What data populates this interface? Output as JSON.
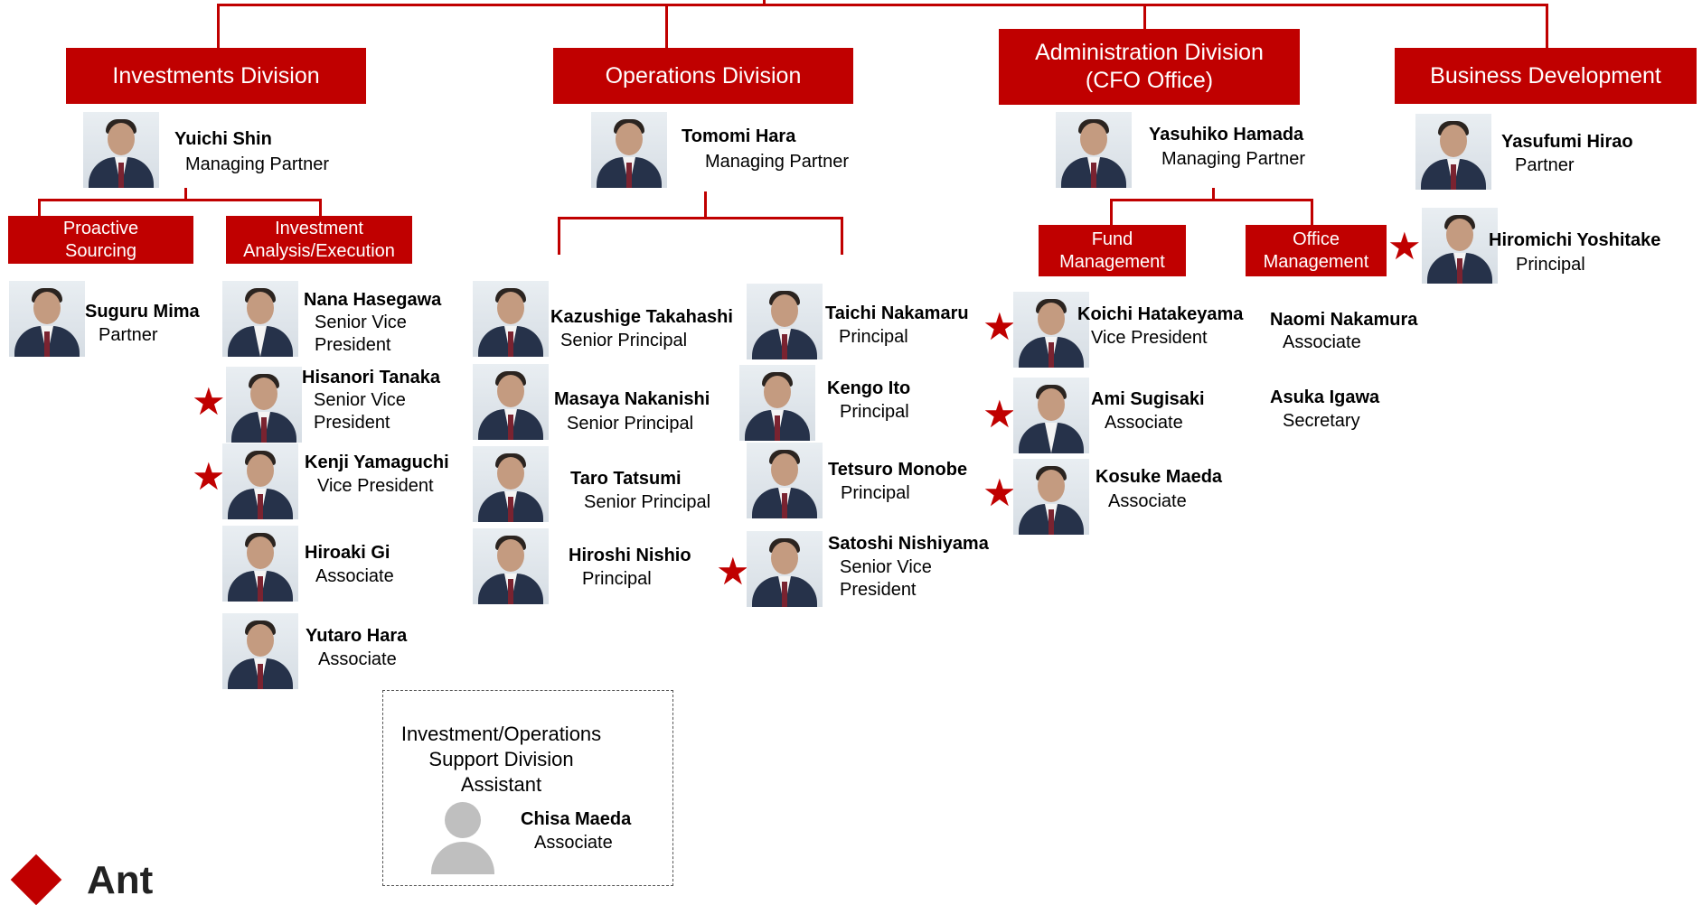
{
  "divisions": {
    "investments": "Investments Division",
    "operations": "Operations Division",
    "administration": "Administration Division\n(CFO Office)",
    "business_dev": "Business Development"
  },
  "subunits": {
    "proactive": "Proactive\nSourcing",
    "inv_analysis": "Investment\nAnalysis/Execution",
    "fund": "Fund\nManagement",
    "office": "Office\nManagement"
  },
  "people": {
    "yuichi_shin": {
      "name": "Yuichi Shin",
      "role": "Managing Partner"
    },
    "tomomi_hara": {
      "name": "Tomomi Hara",
      "role": "Managing Partner"
    },
    "yasuhiko_hamada": {
      "name": "Yasuhiko Hamada",
      "role": "Managing Partner"
    },
    "yasufumi_hirao": {
      "name": "Yasufumi Hirao",
      "role": "Partner"
    },
    "hiromichi_yoshitake": {
      "name": "Hiromichi Yoshitake",
      "role": "Principal"
    },
    "suguru_mima": {
      "name": "Suguru Mima",
      "role": "Partner"
    },
    "nana_hasegawa": {
      "name": "Nana Hasegawa",
      "role": "Senior Vice\nPresident"
    },
    "hisanori_tanaka": {
      "name": "Hisanori Tanaka",
      "role": "Senior Vice\nPresident"
    },
    "kenji_yamaguchi": {
      "name": "Kenji Yamaguchi",
      "role": "Vice President"
    },
    "hiroaki_gi": {
      "name": "Hiroaki Gi",
      "role": "Associate"
    },
    "yutaro_hara": {
      "name": "Yutaro Hara",
      "role": "Associate"
    },
    "kazushige_takahashi": {
      "name": "Kazushige Takahashi",
      "role": "Senior Principal"
    },
    "masaya_nakanishi": {
      "name": "Masaya Nakanishi",
      "role": "Senior Principal"
    },
    "taro_tatsumi": {
      "name": "Taro Tatsumi",
      "role": "Senior Principal"
    },
    "hiroshi_nishio": {
      "name": "Hiroshi Nishio",
      "role": "Principal"
    },
    "taichi_nakamaru": {
      "name": "Taichi Nakamaru",
      "role": "Principal"
    },
    "kengo_ito": {
      "name": "Kengo Ito",
      "role": "Principal"
    },
    "tetsuro_monobe": {
      "name": "Tetsuro Monobe",
      "role": "Principal"
    },
    "satoshi_nishiyama": {
      "name": "Satoshi Nishiyama",
      "role": "Senior Vice\nPresident"
    },
    "koichi_hatakeyama": {
      "name": "Koichi Hatakeyama",
      "role": "Vice President"
    },
    "ami_sugisaki": {
      "name": "Ami Sugisaki",
      "role": "Associate"
    },
    "kosuke_maeda": {
      "name": "Kosuke Maeda",
      "role": "Associate"
    },
    "naomi_nakamura": {
      "name": "Naomi Nakamura",
      "role": "Associate"
    },
    "asuka_igawa": {
      "name": "Asuka Igawa",
      "role": "Secretary"
    },
    "chisa_maeda": {
      "name": "Chisa Maeda",
      "role": "Associate"
    }
  },
  "support": {
    "title": "Investment/Operations\nSupport Division\nAssistant"
  },
  "logo": {
    "text": "Ant"
  },
  "colors": {
    "accent": "#c00000",
    "star": "#c00000"
  },
  "icons": {
    "star": "star-icon",
    "generic_avatar": "person-silhouette-icon"
  }
}
